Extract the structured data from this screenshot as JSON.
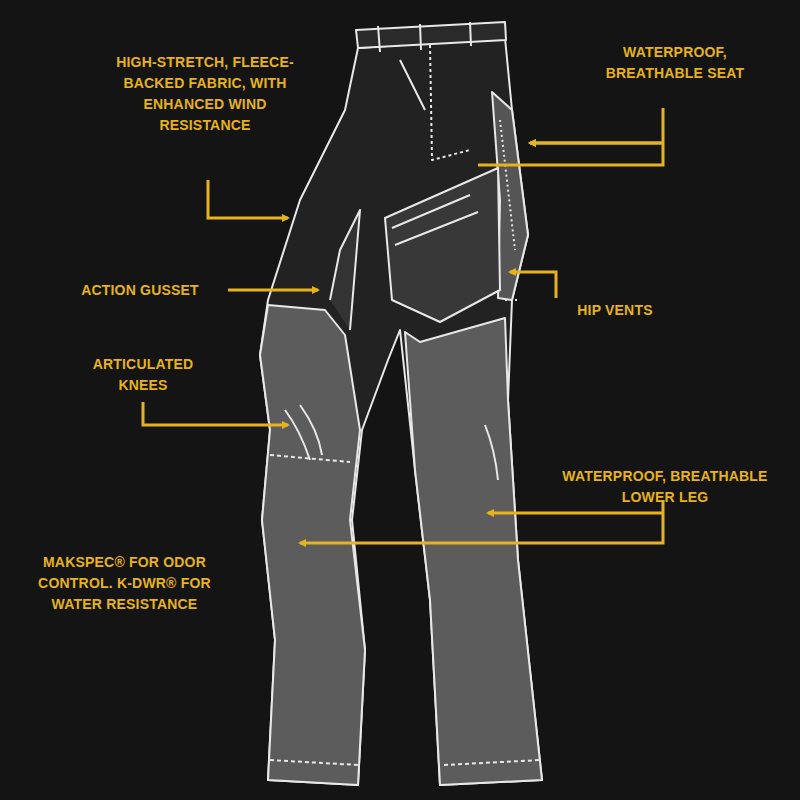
{
  "diagram": {
    "labels": [
      "HIGH-STRETCH, FLEECE-BACKED FABRIC, WITH ENHANCED WIND RESISTANCE",
      "WATERPROOF, BREATHABLE SEAT",
      "ACTION GUSSET",
      "HIP VENTS",
      "ARTICULATED KNEES",
      "WATERPROOF, BREATHABLE LOWER LEG",
      "MAKSPEC® FOR ODOR CONTROL. K-DWR® FOR WATER RESISTANCE"
    ]
  }
}
